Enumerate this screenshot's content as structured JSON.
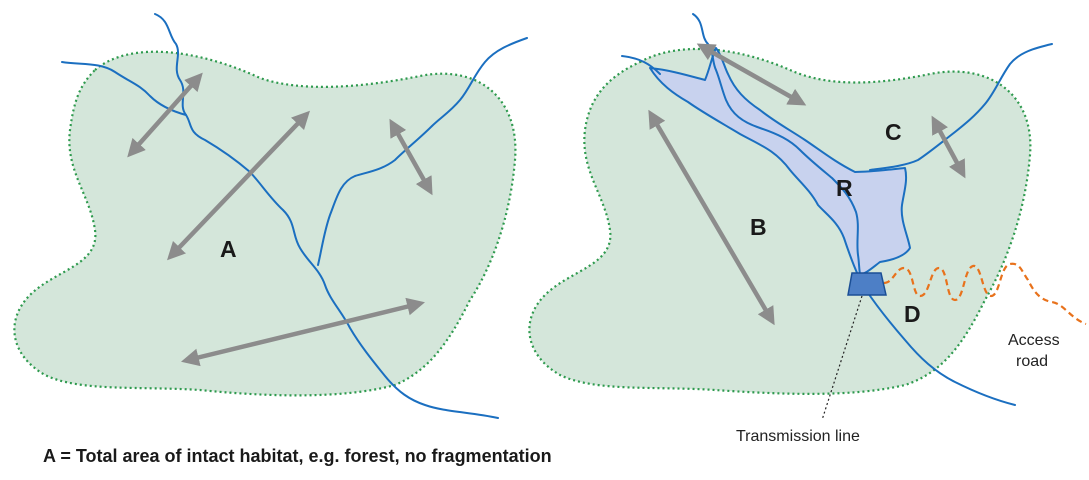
{
  "labels": {
    "a": "A",
    "b": "B",
    "c": "C",
    "d": "D",
    "r": "R",
    "access_road_line1": "Access",
    "access_road_line2": "road",
    "transmission_line": "Transmission line"
  },
  "caption": "A = Total area of intact habitat, e.g. forest, no fragmentation",
  "colors": {
    "habitat_fill": "#d4e6da",
    "habitat_border": "#2e9a4e",
    "river": "#1b6fc0",
    "reservoir": "#c8d2ee",
    "arrow": "#8c8c8c",
    "road": "#e8721c",
    "dam": "#4d7fc6"
  }
}
